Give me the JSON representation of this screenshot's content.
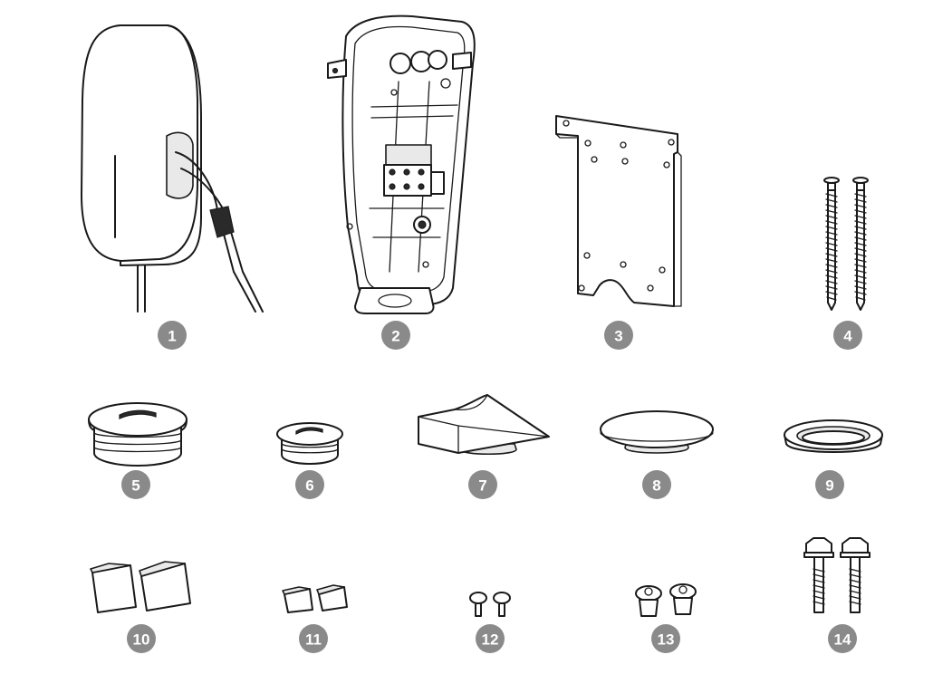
{
  "parts": [
    {
      "number": "1",
      "icon": "wallbox-charger-icon"
    },
    {
      "number": "2",
      "icon": "back-housing-icon"
    },
    {
      "number": "3",
      "icon": "mounting-plate-icon"
    },
    {
      "number": "4",
      "icon": "wood-screws-icon"
    },
    {
      "number": "5",
      "icon": "large-blanking-plug-icon"
    },
    {
      "number": "6",
      "icon": "small-blanking-plug-icon"
    },
    {
      "number": "7",
      "icon": "cable-entry-cover-icon"
    },
    {
      "number": "8",
      "icon": "rubber-cap-icon"
    },
    {
      "number": "9",
      "icon": "grommet-ring-icon"
    },
    {
      "number": "10",
      "icon": "large-spacers-icon"
    },
    {
      "number": "11",
      "icon": "small-spacers-icon"
    },
    {
      "number": "12",
      "icon": "small-screws-icon"
    },
    {
      "number": "13",
      "icon": "torx-screws-icon"
    },
    {
      "number": "14",
      "icon": "hex-bolts-icon"
    }
  ],
  "colors": {
    "badge": "#8a8a8a",
    "badge_text": "#ffffff",
    "line": "#1a1a1a"
  }
}
